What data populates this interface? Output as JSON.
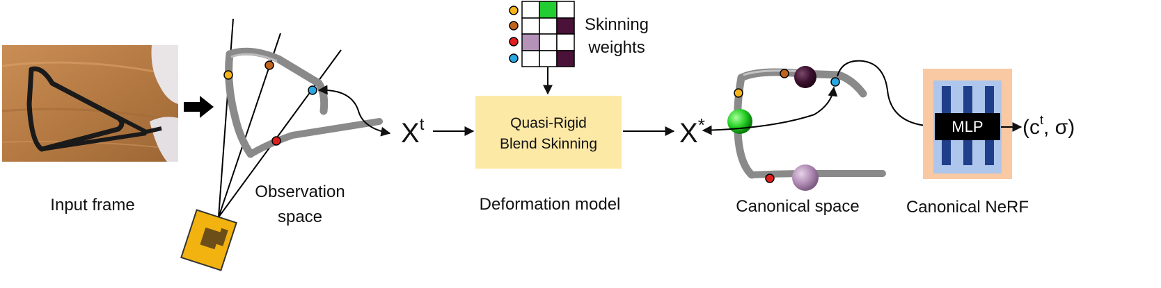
{
  "labels": {
    "input_frame": "Input frame",
    "observation_line1": "Observation",
    "observation_line2": "space",
    "skinning_line1": "Skinning",
    "skinning_line2": "weights",
    "deformation_model": "Deformation model",
    "canonical_space": "Canonical space",
    "canonical_nerf": "Canonical NeRF"
  },
  "blocks": {
    "qrbs_line1": "Quasi-Rigid",
    "qrbs_line2": "Blend Skinning",
    "mlp": "MLP"
  },
  "symbols": {
    "xt_base": "X",
    "xt_sup": "t",
    "xstar_base": "X",
    "xstar_sup": "*",
    "out_open": "(c",
    "out_sup": "t",
    "out_rest": ", σ)"
  },
  "colors": {
    "qrbs_fill": "#fde9a6",
    "nerf_outer": "#f9c9a3",
    "nerf_inner": "#aec6ec",
    "nerf_bars": "#1f3f8a",
    "mlp_fill": "#000000",
    "joint_yellow": "#f5b41a",
    "joint_orange": "#c0631c",
    "joint_red": "#e01e1e",
    "joint_blue": "#2aa6e0",
    "weights_green": "#22cc33",
    "weights_dark": "#4a1238",
    "weights_light": "#b593b8",
    "camera": "#f2b311"
  }
}
